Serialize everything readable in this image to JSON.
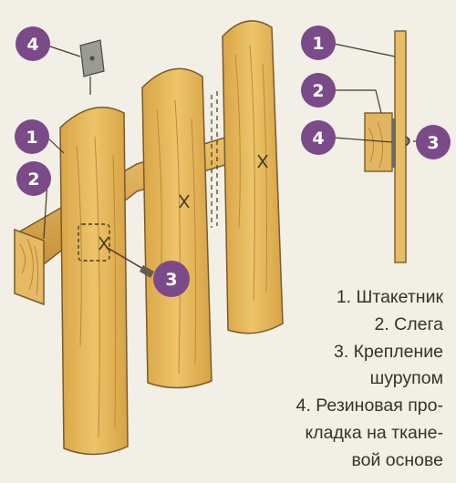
{
  "markers": {
    "m1_left": "1",
    "m2_left": "2",
    "m3_left": "3",
    "m4_left": "4",
    "m1_right": "1",
    "m2_right": "2",
    "m3_right": "3",
    "m4_right": "4"
  },
  "legend": {
    "lines": [
      "1. Штакетник",
      "2. Слега",
      "3. Крепление",
      "шурупом",
      "4. Резиновая про-",
      "кладка на ткане-",
      "вой основе"
    ]
  },
  "colors": {
    "background": "#f1efe6",
    "wood": "#e2b65a",
    "wood_dark": "#c6923a",
    "marker": "#7b4a88"
  }
}
